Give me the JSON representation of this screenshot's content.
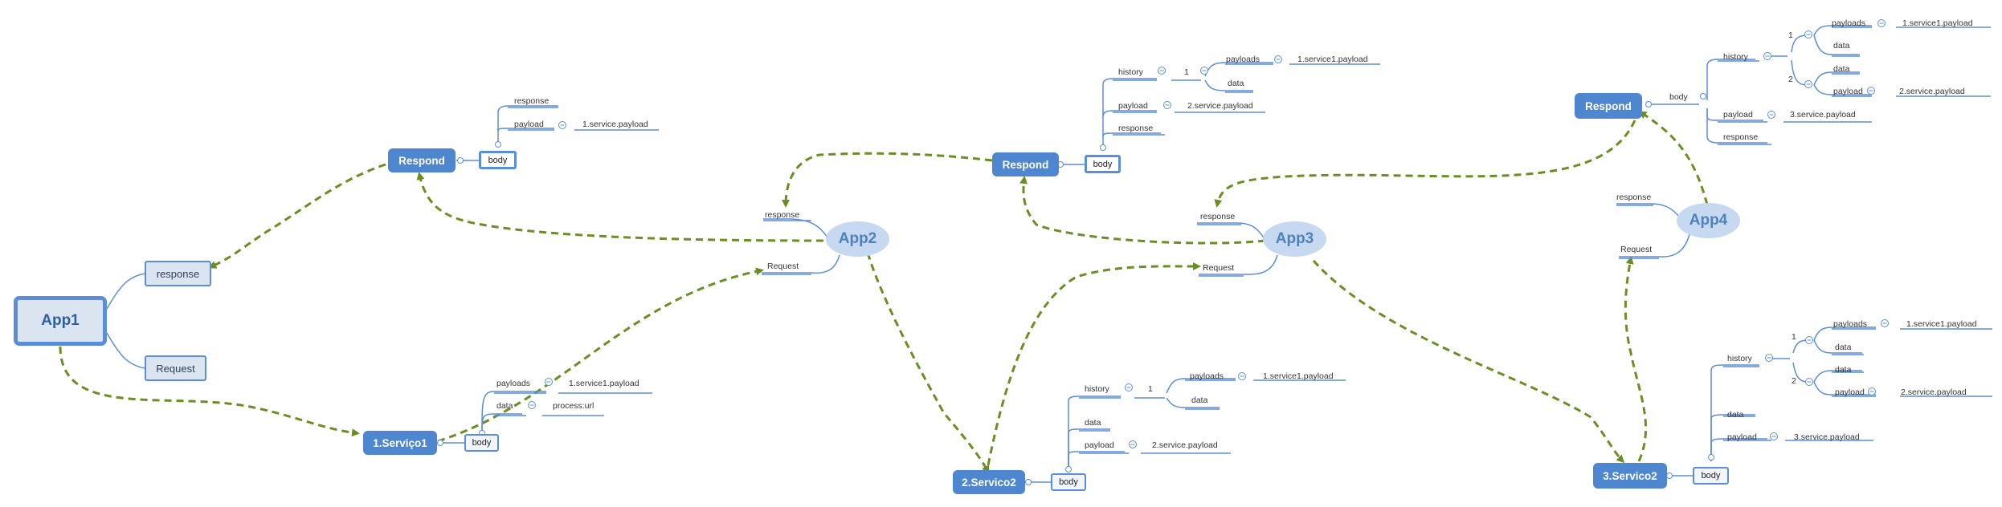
{
  "diagram": {
    "apps": {
      "app1": "App1",
      "app2": "App2",
      "app3": "App3",
      "app4": "App4"
    },
    "app1_children": {
      "response": "response",
      "request": "Request"
    },
    "app_children": {
      "response": "response",
      "request": "Request"
    },
    "responds": {
      "r1": "Respond",
      "r2": "Respond",
      "r3": "Respond"
    },
    "services": {
      "s1": "1.Serviço1",
      "s2": "2.Servico2",
      "s3": "3.Servico2"
    },
    "body_label": "body",
    "respond1_tree": {
      "response": "response",
      "payload": "payload",
      "payload_value": "1.service.payload"
    },
    "respond2_tree": {
      "history": "history",
      "index1": "1",
      "payloads": "payloads",
      "payloads_value": "1.service1.payload",
      "data": "data",
      "payload": "payload",
      "payload_value": "2.service.payload",
      "response": "response"
    },
    "respond3_tree": {
      "history": "history",
      "index1": "1",
      "payloads": "payloads",
      "payloads_value": "1.service1.payload",
      "data1": "data",
      "index2": "2",
      "data2": "data",
      "payload2": "payload",
      "payload2_value": "2.service.payload",
      "payload": "payload",
      "payload_value": "3.service.payload",
      "response": "response"
    },
    "service1_tree": {
      "payloads": "payloads",
      "payloads_value": "1.service1.payload",
      "data": "data",
      "data_value": "process:url"
    },
    "service2_tree": {
      "history": "history",
      "index1": "1",
      "payloads": "payloads",
      "payloads_value": "1.service1.payload",
      "data1": "data",
      "data": "data",
      "payload": "payload",
      "payload_value": "2.service.payload"
    },
    "service3_tree": {
      "history": "history",
      "index1": "1",
      "payloads": "payloads",
      "payloads_value": "1.service1.payload",
      "data1": "data",
      "index2": "2",
      "data2": "data",
      "payload2": "payload",
      "payload2_value": "2.service.payload",
      "data": "data",
      "payload": "payload",
      "payload_value": "3.service.payload"
    },
    "colors": {
      "node_blue": "#4f86d0",
      "node_border": "#5b8ed6",
      "ellipse_fill": "#c6d9f1",
      "arrow_green": "#6b8e23",
      "line_blue": "#5b8ed6"
    }
  }
}
